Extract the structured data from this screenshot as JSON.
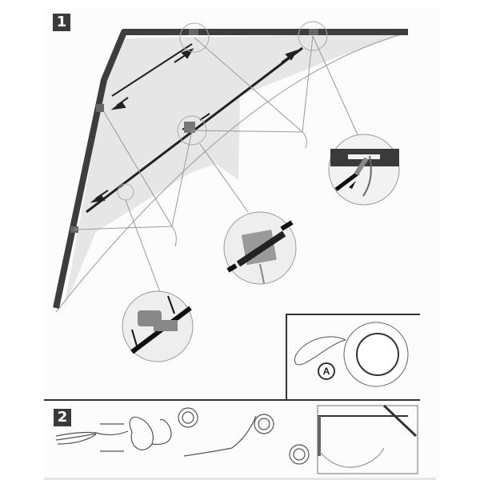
{
  "document": {
    "type": "kite assembly instructions",
    "steps": [
      {
        "number": "1",
        "description": "Insert spars into fittings on stunt kite frame; arrows show push direction"
      },
      {
        "number": "2",
        "description": "Attach flying lines to bridle with lark's head knot"
      }
    ],
    "insets": {
      "step1_details": [
        {
          "id": "top-fitting-detail",
          "content": "spar pushed into leading edge connector with bridle line"
        },
        {
          "id": "center-tee-detail",
          "content": "spine/spreader center T fitting with arrows"
        },
        {
          "id": "lower-standoff-detail",
          "content": "standoff fitting on lower spreader with arrows"
        }
      ],
      "line_reel_label": "A"
    }
  },
  "colors": {
    "frame": "#3d3d3d",
    "sail": "#e4e4e4",
    "line": "#888888",
    "background": "#ffffff",
    "badge": "#3a3a3a"
  }
}
